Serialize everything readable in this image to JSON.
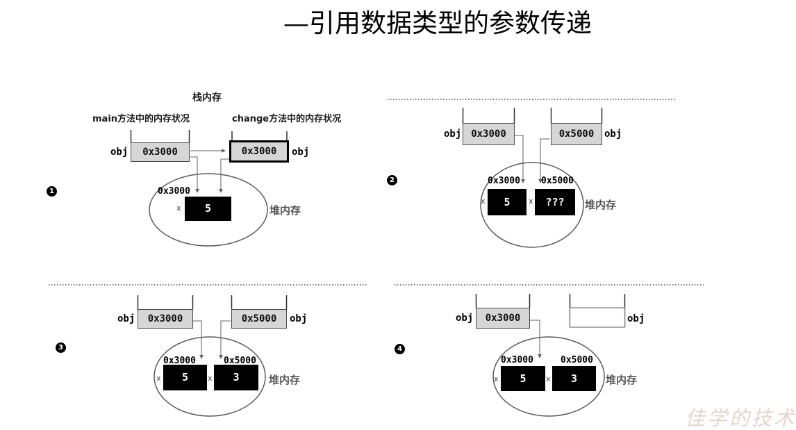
{
  "title": "—引用数据类型的参数传递",
  "watermark": "佳学的技术",
  "shared": {
    "stack_memory_label": "栈内存",
    "heap_memory_label": "堆内存",
    "main_status_label": "main方法中的内存状况",
    "change_status_label": "change方法中的内存状况",
    "obj_label": "obj",
    "x_label": "x"
  },
  "panels": [
    {
      "badge": "1",
      "stack_left": "0x3000",
      "stack_right": "0x3000",
      "heap": [
        {
          "address": "0x3000",
          "value": "5"
        }
      ]
    },
    {
      "badge": "2",
      "stack_left": "0x3000",
      "stack_right": "0x5000",
      "heap": [
        {
          "address": "0x3000",
          "value": "5"
        },
        {
          "address": "0x5000",
          "value": "???"
        }
      ]
    },
    {
      "badge": "3",
      "stack_left": "0x3000",
      "stack_right": "0x5000",
      "heap": [
        {
          "address": "0x3000",
          "value": "5"
        },
        {
          "address": "0x5000",
          "value": "3"
        }
      ]
    },
    {
      "badge": "4",
      "stack_left": "0x3000",
      "stack_right": "",
      "heap": [
        {
          "address": "0x3000",
          "value": "5"
        },
        {
          "address": "0x5000",
          "value": "3"
        }
      ]
    }
  ],
  "colors": {
    "stack_box_fill": "#d6d6d6",
    "heap_box_fill": "#000000",
    "connector_line": "#828282",
    "watermark_text": "#e5d5d0"
  }
}
